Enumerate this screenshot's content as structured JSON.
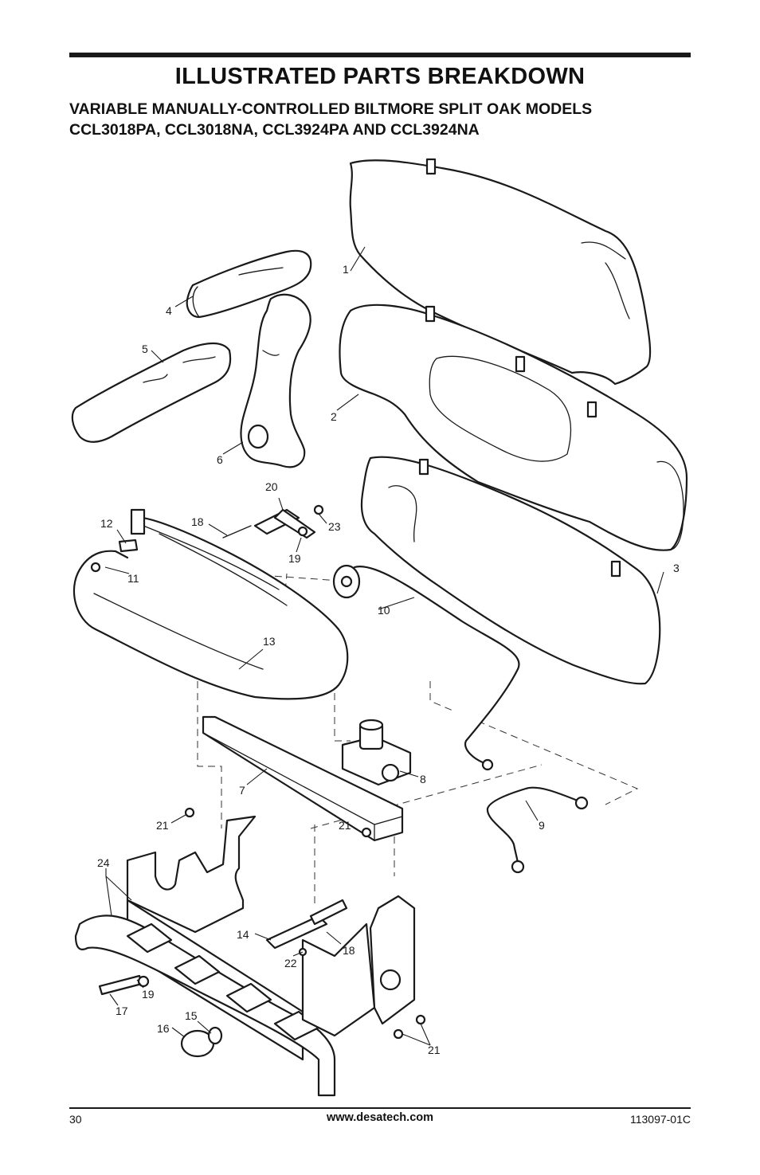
{
  "header": {
    "title": "ILLUSTRATED PARTS BREAKDOWN",
    "subtitle_line1": "VARIABLE MANUALLY-CONTROLLED BILTMORE SPLIT OAK MODELS",
    "subtitle_line2": "CCL3018PA, CCL3018NA, CCL3924PA AND CCL3924NA"
  },
  "callouts": {
    "c1": "1",
    "c2": "2",
    "c3": "3",
    "c4": "4",
    "c5": "5",
    "c6": "6",
    "c7": "7",
    "c8": "8",
    "c9": "9",
    "c10": "10",
    "c11": "11",
    "c12": "12",
    "c13": "13",
    "c14": "14",
    "c15": "15",
    "c16": "16",
    "c17": "17",
    "c18a": "18",
    "c18b": "18",
    "c19a": "19",
    "c19b": "19",
    "c20": "20",
    "c21a": "21",
    "c21b": "21",
    "c21c": "21",
    "c22": "22",
    "c23": "23",
    "c24": "24"
  },
  "footer": {
    "page_number": "30",
    "website": "www.desatech.com",
    "doc_number": "113097-01C"
  }
}
